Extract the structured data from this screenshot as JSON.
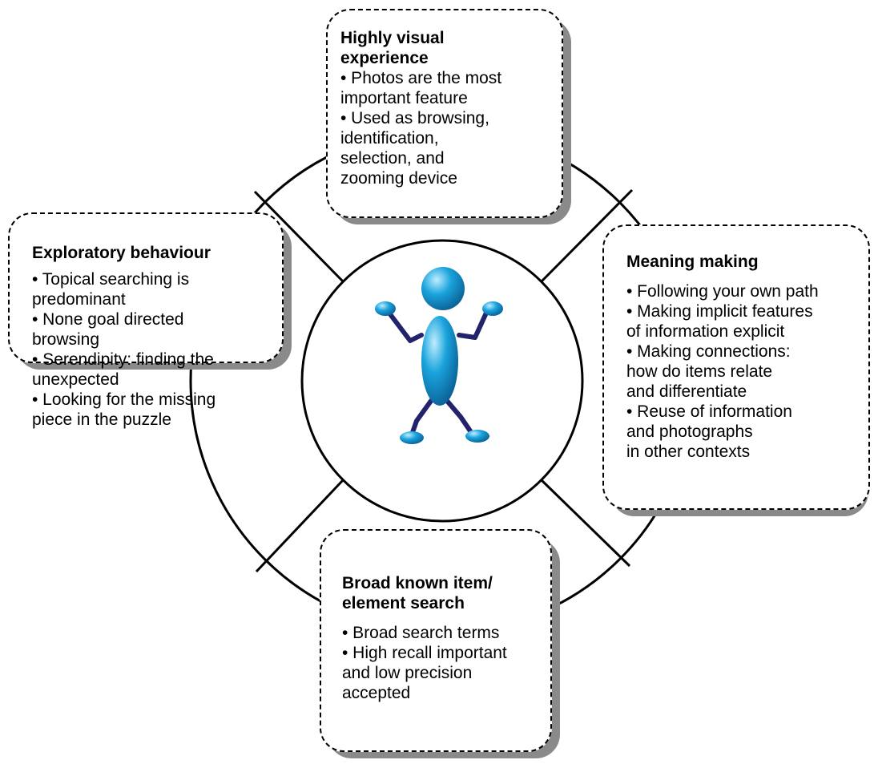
{
  "boxes": {
    "top": {
      "title": "Highly visual\nexperience",
      "bullets": [
        "• Photos are the most\n  important feature",
        "• Used as browsing,\n  identification,\n  selection, and\n  zooming device"
      ]
    },
    "left": {
      "title": "Exploratory behaviour",
      "bullets": [
        "• Topical searching is\n    predominant",
        "• None goal directed\n   browsing",
        "• Serendipity: finding the\n   unexpected",
        "• Looking for the missing\n   piece in the puzzle"
      ]
    },
    "right": {
      "title": "Meaning making",
      "bullets": [
        "• Following your own path",
        "• Making implicit features\n  of information explicit",
        "• Making connections:\n  how do items relate\n   and differentiate",
        "• Reuse of information\n    and photographs\n   in other contexts"
      ]
    },
    "bottom": {
      "title": "Broad known item/\nelement search",
      "bullets": [
        "• Broad search terms",
        "• High recall important\n  and low precision\n  accepted"
      ]
    }
  },
  "colors": {
    "figure_blue": "#1aa3dc",
    "limb_navy": "#23236b",
    "shadow_gray": "#8a8a8a",
    "line_black": "#000000"
  },
  "center_icon": "stick-figure-shrugging"
}
